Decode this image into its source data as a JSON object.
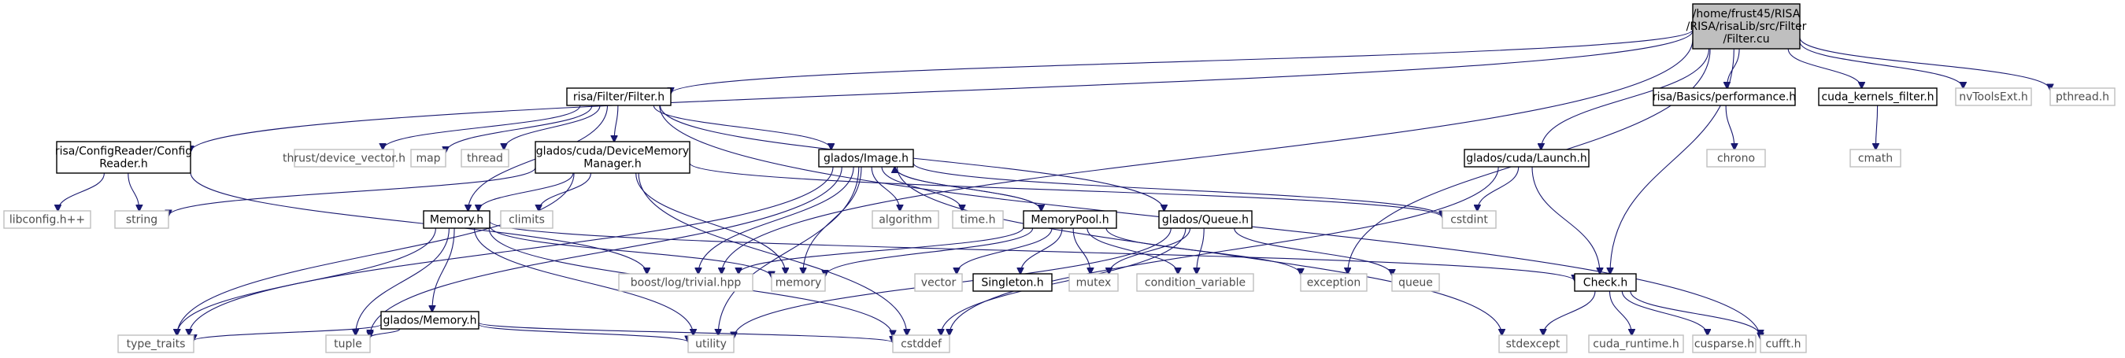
{
  "graph": {
    "title": "",
    "colors": {
      "edge": "#191970",
      "root_fill": "#bfbfbf",
      "local_border": "#000000",
      "system_border": "#bfbfbf",
      "system_text": "#4d4d4d"
    },
    "nodes": [
      {
        "id": "filter_cu",
        "kind": "root",
        "lines": [
          "/home/frust45/RISA",
          "/RISA/risaLib/src/Filter",
          "/Filter.cu"
        ]
      },
      {
        "id": "filter_h",
        "kind": "local",
        "lines": [
          "risa/Filter/Filter.h"
        ]
      },
      {
        "id": "performance_h",
        "kind": "local",
        "lines": [
          "risa/Basics/performance.h"
        ]
      },
      {
        "id": "cuda_kernels_filter_h",
        "kind": "local",
        "lines": [
          "cuda_kernels_filter.h"
        ]
      },
      {
        "id": "nvtoolsext_h",
        "kind": "system",
        "lines": [
          "nvToolsExt.h"
        ]
      },
      {
        "id": "pthread_h",
        "kind": "system",
        "lines": [
          "pthread.h"
        ]
      },
      {
        "id": "config_reader_h",
        "kind": "local",
        "lines": [
          "risa/ConfigReader/Config",
          "Reader.h"
        ]
      },
      {
        "id": "thrust_device_vector_h",
        "kind": "system",
        "lines": [
          "thrust/device_vector.h"
        ]
      },
      {
        "id": "map",
        "kind": "system",
        "lines": [
          "map"
        ]
      },
      {
        "id": "thread",
        "kind": "system",
        "lines": [
          "thread"
        ]
      },
      {
        "id": "device_memory_manager_h",
        "kind": "local",
        "lines": [
          "glados/cuda/DeviceMemory",
          "Manager.h"
        ]
      },
      {
        "id": "image_h",
        "kind": "local",
        "lines": [
          "glados/Image.h"
        ]
      },
      {
        "id": "launch_h",
        "kind": "local",
        "lines": [
          "glados/cuda/Launch.h"
        ]
      },
      {
        "id": "chrono",
        "kind": "system",
        "lines": [
          "chrono"
        ]
      },
      {
        "id": "cmath",
        "kind": "system",
        "lines": [
          "cmath"
        ]
      },
      {
        "id": "libconfig",
        "kind": "system",
        "lines": [
          "libconfig.h++"
        ]
      },
      {
        "id": "string",
        "kind": "system",
        "lines": [
          "string"
        ]
      },
      {
        "id": "memory_h",
        "kind": "local",
        "lines": [
          "Memory.h"
        ]
      },
      {
        "id": "climits",
        "kind": "system",
        "lines": [
          "climits"
        ]
      },
      {
        "id": "algorithm",
        "kind": "system",
        "lines": [
          "algorithm"
        ]
      },
      {
        "id": "time_h",
        "kind": "system",
        "lines": [
          "time.h"
        ]
      },
      {
        "id": "memorypool_h",
        "kind": "local",
        "lines": [
          "MemoryPool.h"
        ]
      },
      {
        "id": "queue_h",
        "kind": "local",
        "lines": [
          "glados/Queue.h"
        ]
      },
      {
        "id": "cstdint",
        "kind": "system",
        "lines": [
          "cstdint"
        ]
      },
      {
        "id": "boost_log",
        "kind": "system",
        "lines": [
          "boost/log/trivial.hpp"
        ]
      },
      {
        "id": "memory",
        "kind": "system",
        "lines": [
          "memory"
        ]
      },
      {
        "id": "vector",
        "kind": "system",
        "lines": [
          "vector"
        ]
      },
      {
        "id": "singleton_h",
        "kind": "local",
        "lines": [
          "Singleton.h"
        ]
      },
      {
        "id": "mutex",
        "kind": "system",
        "lines": [
          "mutex"
        ]
      },
      {
        "id": "condition_variable",
        "kind": "system",
        "lines": [
          "condition_variable"
        ]
      },
      {
        "id": "exception",
        "kind": "system",
        "lines": [
          "exception"
        ]
      },
      {
        "id": "queue",
        "kind": "system",
        "lines": [
          "queue"
        ]
      },
      {
        "id": "check_h",
        "kind": "local",
        "lines": [
          "Check.h"
        ]
      },
      {
        "id": "glados_memory_h",
        "kind": "local",
        "lines": [
          "glados/Memory.h"
        ]
      },
      {
        "id": "type_traits",
        "kind": "system",
        "lines": [
          "type_traits"
        ]
      },
      {
        "id": "tuple",
        "kind": "system",
        "lines": [
          "tuple"
        ]
      },
      {
        "id": "utility",
        "kind": "system",
        "lines": [
          "utility"
        ]
      },
      {
        "id": "cstddef",
        "kind": "system",
        "lines": [
          "cstddef"
        ]
      },
      {
        "id": "stdexcept",
        "kind": "system",
        "lines": [
          "stdexcept"
        ]
      },
      {
        "id": "cuda_runtime_h",
        "kind": "system",
        "lines": [
          "cuda_runtime.h"
        ]
      },
      {
        "id": "cusparse_h",
        "kind": "system",
        "lines": [
          "cusparse.h"
        ]
      },
      {
        "id": "cufft_h",
        "kind": "system",
        "lines": [
          "cufft.h"
        ]
      }
    ],
    "edges": [
      [
        "filter_cu",
        "filter_h"
      ],
      [
        "filter_cu",
        "performance_h"
      ],
      [
        "filter_cu",
        "cuda_kernels_filter_h"
      ],
      [
        "filter_cu",
        "nvtoolsext_h"
      ],
      [
        "filter_cu",
        "pthread_h"
      ],
      [
        "filter_cu",
        "config_reader_h"
      ],
      [
        "filter_cu",
        "launch_h"
      ],
      [
        "filter_cu",
        "boost_log"
      ],
      [
        "filter_cu",
        "exception"
      ],
      [
        "filter_cu",
        "check_h"
      ],
      [
        "filter_h",
        "thrust_device_vector_h"
      ],
      [
        "filter_h",
        "map"
      ],
      [
        "filter_h",
        "thread"
      ],
      [
        "filter_h",
        "device_memory_manager_h"
      ],
      [
        "filter_h",
        "image_h"
      ],
      [
        "filter_h",
        "queue_h"
      ],
      [
        "filter_h",
        "memory_h"
      ],
      [
        "filter_h",
        "cufft_h"
      ],
      [
        "performance_h",
        "chrono"
      ],
      [
        "cuda_kernels_filter_h",
        "cmath"
      ],
      [
        "config_reader_h",
        "libconfig"
      ],
      [
        "config_reader_h",
        "string"
      ],
      [
        "config_reader_h",
        "boost_log"
      ],
      [
        "device_memory_manager_h",
        "string"
      ],
      [
        "device_memory_manager_h",
        "memory_h"
      ],
      [
        "device_memory_manager_h",
        "climits"
      ],
      [
        "device_memory_manager_h",
        "type_traits"
      ],
      [
        "device_memory_manager_h",
        "memory"
      ],
      [
        "device_memory_manager_h",
        "cstddef"
      ],
      [
        "device_memory_manager_h",
        "cstdint"
      ],
      [
        "image_h",
        "algorithm"
      ],
      [
        "image_h",
        "time_h"
      ],
      [
        "image_h",
        "memorypool_h"
      ],
      [
        "image_h",
        "cstdint"
      ],
      [
        "image_h",
        "boost_log"
      ],
      [
        "image_h",
        "memory"
      ],
      [
        "image_h",
        "type_traits"
      ],
      [
        "image_h",
        "tuple"
      ],
      [
        "image_h",
        "utility"
      ],
      [
        "image_h",
        "stdexcept"
      ],
      [
        "memorypool_h",
        "image_h"
      ],
      [
        "memorypool_h",
        "boost_log"
      ],
      [
        "memorypool_h",
        "memory"
      ],
      [
        "memorypool_h",
        "vector"
      ],
      [
        "memorypool_h",
        "singleton_h"
      ],
      [
        "memorypool_h",
        "mutex"
      ],
      [
        "memorypool_h",
        "condition_variable"
      ],
      [
        "memorypool_h",
        "exception"
      ],
      [
        "queue_h",
        "mutex"
      ],
      [
        "queue_h",
        "condition_variable"
      ],
      [
        "queue_h",
        "queue"
      ],
      [
        "queue_h",
        "utility"
      ],
      [
        "queue_h",
        "cstddef"
      ],
      [
        "launch_h",
        "cstdint"
      ],
      [
        "launch_h",
        "check_h"
      ],
      [
        "launch_h",
        "cstddef"
      ],
      [
        "memory_h",
        "glados_memory_h"
      ],
      [
        "memory_h",
        "type_traits"
      ],
      [
        "memory_h",
        "tuple"
      ],
      [
        "memory_h",
        "utility"
      ],
      [
        "memory_h",
        "cstddef"
      ],
      [
        "memory_h",
        "memory"
      ],
      [
        "memory_h",
        "check_h"
      ],
      [
        "glados_memory_h",
        "type_traits"
      ],
      [
        "glados_memory_h",
        "tuple"
      ],
      [
        "glados_memory_h",
        "utility"
      ],
      [
        "glados_memory_h",
        "cstddef"
      ],
      [
        "check_h",
        "stdexcept"
      ],
      [
        "check_h",
        "cuda_runtime_h"
      ],
      [
        "check_h",
        "cusparse_h"
      ],
      [
        "check_h",
        "cufft_h"
      ]
    ]
  }
}
